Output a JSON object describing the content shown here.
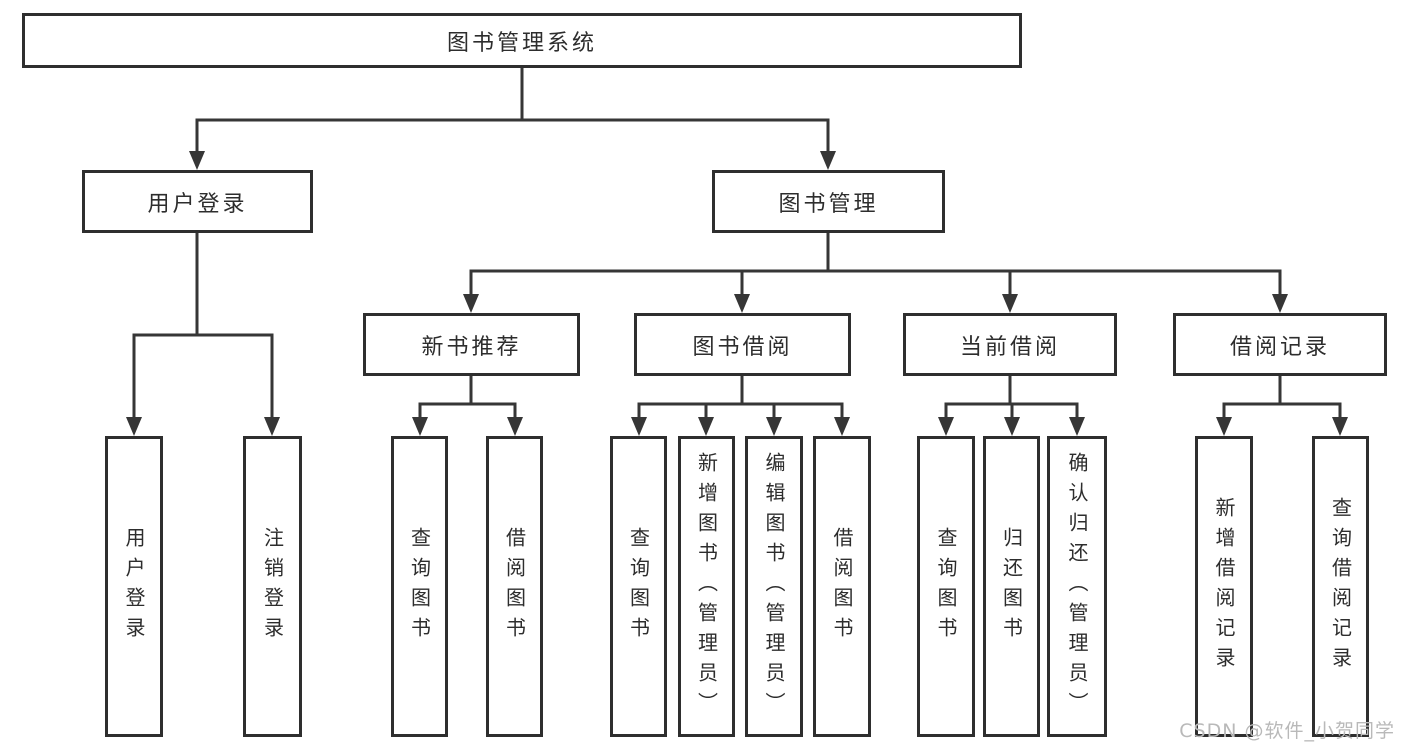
{
  "diagram": {
    "root": {
      "label": "图书管理系统",
      "children": [
        {
          "label": "用户登录",
          "children": [
            {
              "label": "用户登录"
            },
            {
              "label": "注销登录"
            }
          ]
        },
        {
          "label": "图书管理",
          "children": [
            {
              "label": "新书推荐",
              "children": [
                {
                  "label": "查询图书"
                },
                {
                  "label": "借阅图书"
                }
              ]
            },
            {
              "label": "图书借阅",
              "children": [
                {
                  "label": "查询图书"
                },
                {
                  "label": "新增图书（管理员）"
                },
                {
                  "label": "编辑图书（管理员）"
                },
                {
                  "label": "借阅图书"
                }
              ]
            },
            {
              "label": "当前借阅",
              "children": [
                {
                  "label": "查询图书"
                },
                {
                  "label": "归还图书"
                },
                {
                  "label": "确认归还（管理员）"
                }
              ]
            },
            {
              "label": "借阅记录",
              "children": [
                {
                  "label": "新增借阅记录"
                },
                {
                  "label": "查询借阅记录"
                }
              ]
            }
          ]
        }
      ]
    }
  },
  "watermark": "CSDN @软件_小贺同学",
  "colors": {
    "line": "#363636",
    "border": "#2e2e2e",
    "text": "#2d2d2d",
    "watermark": "#b9b9b9",
    "background": "#ffffff"
  }
}
